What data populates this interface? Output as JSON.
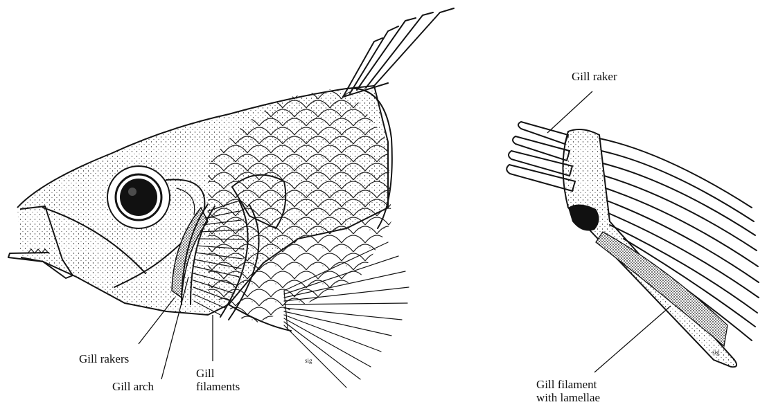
{
  "labels": {
    "gill_rakers": "Gill rakers",
    "gill_arch": "Gill arch",
    "gill_filaments_line1": "Gill",
    "gill_filaments_line2": "filaments",
    "gill_raker": "Gill raker",
    "gill_filament_line1": "Gill filament",
    "gill_filament_line2": "with lamellae"
  },
  "colors": {
    "ink": "#141414",
    "paper": "#ffffff"
  }
}
